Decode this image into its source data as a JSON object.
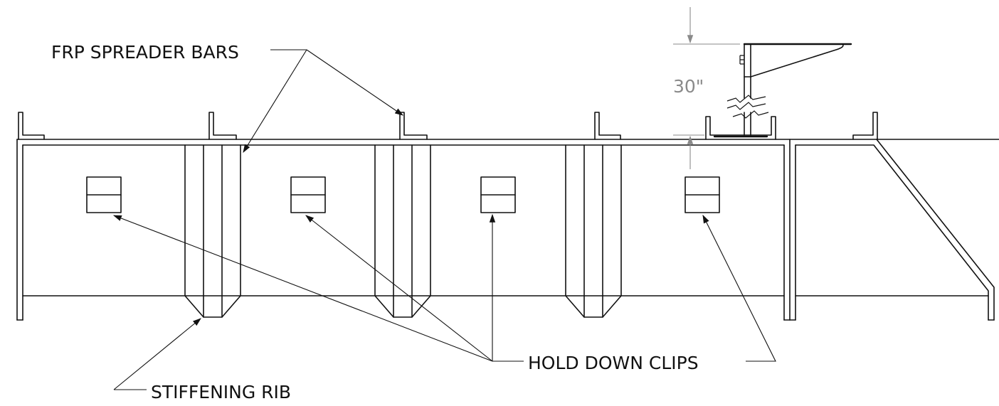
{
  "labels": {
    "spreader_bars": "FRP SPREADER BARS",
    "hold_down_clips": "HOLD DOWN CLIPS",
    "stiffening_rib": "STIFFENING RIB",
    "dimension": "30\""
  },
  "colors": {
    "line": "#111111",
    "dimension": "#8a8a8a",
    "background": "#ffffff"
  }
}
